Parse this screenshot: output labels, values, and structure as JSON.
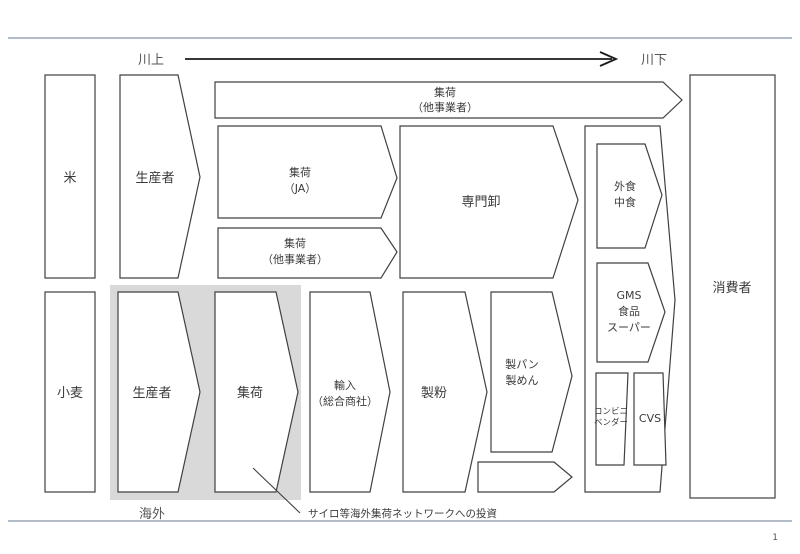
{
  "slide": {
    "page_number": "1",
    "top_rule_color": "#9aa6b4"
  },
  "flow_axis": {
    "upstream_label": "川上",
    "downstream_label": "川下",
    "arrow_icon": "right-arrow-icon"
  },
  "rows": {
    "rice": {
      "commodity": "米",
      "producer": "生産者",
      "collector_other_top": "集荷\n（他事業者）",
      "collector_other_top_line1": "集荷",
      "collector_other_top_line2": "（他事業者）",
      "collector_ja_line1": "集荷",
      "collector_ja_line2": "（JA）",
      "collector_other_line1": "集荷",
      "collector_other_line2": "（他事業者）",
      "specialty_wholesaler": "専門卸"
    },
    "wheat": {
      "commodity": "小麦",
      "producer": "生産者",
      "collector": "集荷",
      "importer_line1": "輸入",
      "importer_line2": "（総合商社）",
      "miller": "製粉",
      "baker_line1": "製パン",
      "baker_line2": "製めん"
    }
  },
  "retail": {
    "foodservice_line1": "外食",
    "foodservice_line2": "中食",
    "gms_line1": "GMS",
    "gms_line2": "食品",
    "gms_line3": "スーパー",
    "cvs_vendor_line1": "コンビニ",
    "cvs_vendor_line2": "ベンダー",
    "cvs": "CVS"
  },
  "consumer": {
    "label": "消費者"
  },
  "annotations": {
    "overseas_label": "海外",
    "investment_caption": "サイロ等海外集荷ネットワークへの投資",
    "highlight_color": "#d9d9d9"
  }
}
